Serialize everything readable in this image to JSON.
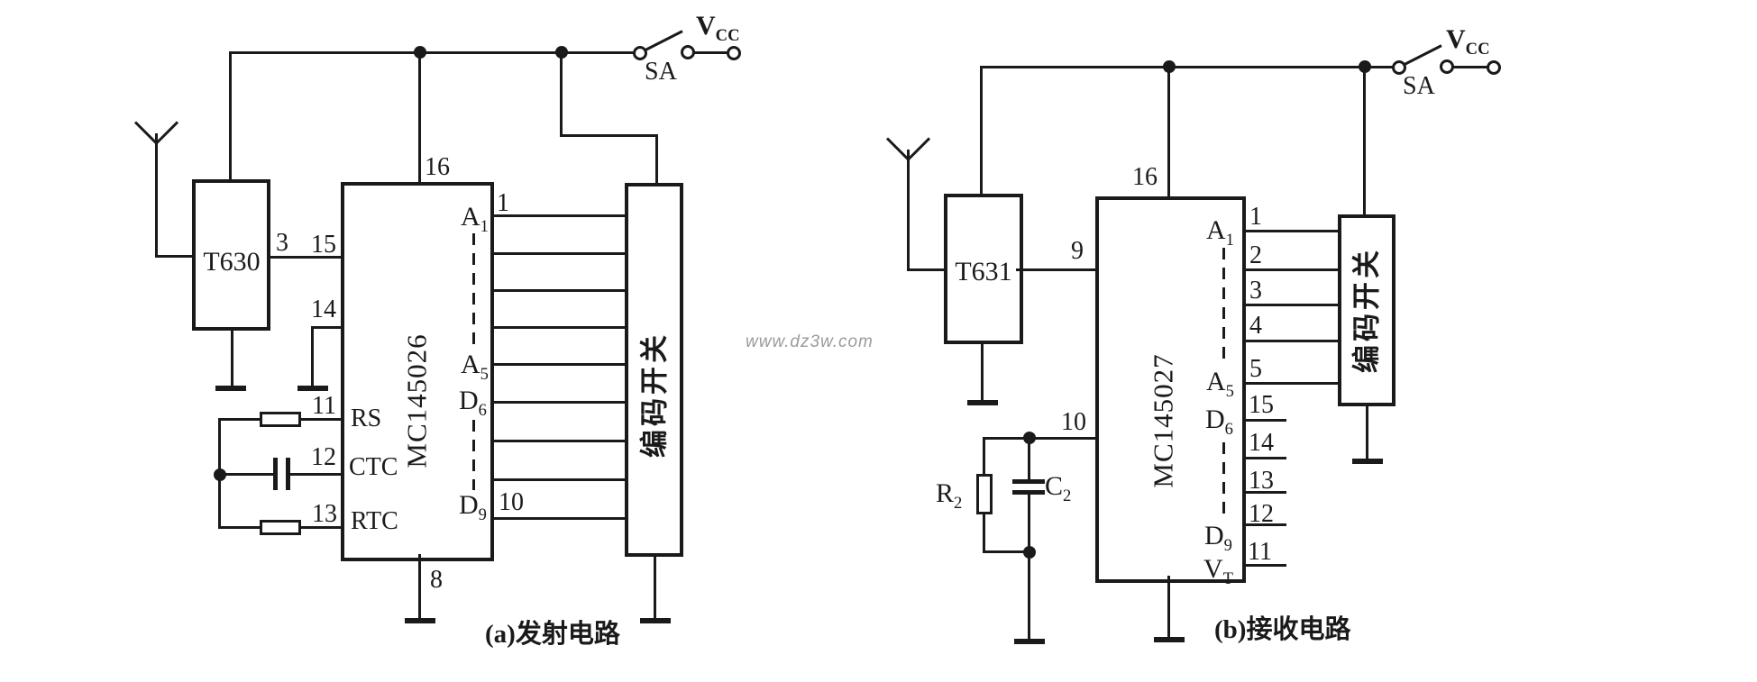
{
  "colors": {
    "line": "#1a1a1a",
    "watermark": "#9b9b9b",
    "background": "#ffffff"
  },
  "watermark": "www.dz3w.com",
  "left": {
    "caption": "(a)发射电路",
    "supply": {
      "main": "V",
      "sub": "CC"
    },
    "switch_label": "SA",
    "module": "T630",
    "ic": "MC145026",
    "encoder": "编码开关",
    "pins": {
      "p16": "16",
      "p3": "3",
      "p15": "15",
      "p14": "14",
      "p11": "11",
      "p12": "12",
      "p13": "13",
      "p8": "8",
      "p1": "1",
      "p10": "10",
      "rs": "RS",
      "ctc": "CTC",
      "rtc": "RTC",
      "a1": {
        "main": "A",
        "sub": "1"
      },
      "a5": {
        "main": "A",
        "sub": "5"
      },
      "d6": {
        "main": "D",
        "sub": "6"
      },
      "d9": {
        "main": "D",
        "sub": "9"
      }
    }
  },
  "right": {
    "caption": "(b)接收电路",
    "supply": {
      "main": "V",
      "sub": "CC"
    },
    "switch_label": "SA",
    "module": "T631",
    "ic": "MC145027",
    "encoder": "编码开关",
    "r2": {
      "main": "R",
      "sub": "2"
    },
    "c2": {
      "main": "C",
      "sub": "2"
    },
    "pins": {
      "p16": "16",
      "p9": "9",
      "p10": "10",
      "p1": "1",
      "p2": "2",
      "p3": "3",
      "p4": "4",
      "p5": "5",
      "p15": "15",
      "p14": "14",
      "p13": "13",
      "p12": "12",
      "p11": "11",
      "a1": {
        "main": "A",
        "sub": "1"
      },
      "a5": {
        "main": "A",
        "sub": "5"
      },
      "d6": {
        "main": "D",
        "sub": "6"
      },
      "d9": {
        "main": "D",
        "sub": "9"
      },
      "vt": {
        "main": "V",
        "sub": "T"
      }
    }
  }
}
